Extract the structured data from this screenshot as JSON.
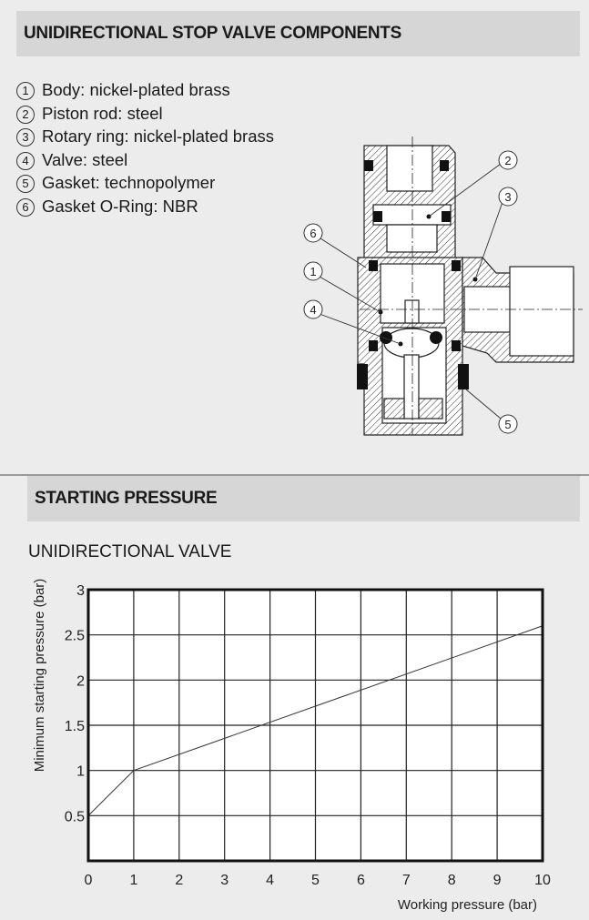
{
  "section1": {
    "title": "UNIDIRECTIONAL STOP VALVE COMPONENTS",
    "components": [
      {
        "num": "1",
        "text": "Body: nickel-plated brass"
      },
      {
        "num": "2",
        "text": "Piston rod: steel"
      },
      {
        "num": "3",
        "text": "Rotary ring: nickel-plated brass"
      },
      {
        "num": "4",
        "text": "Valve: steel"
      },
      {
        "num": "5",
        "text": "Gasket: technopolymer"
      },
      {
        "num": "6",
        "text": "Gasket O-Ring: NBR"
      }
    ],
    "callouts": [
      "1",
      "2",
      "3",
      "4",
      "5",
      "6"
    ]
  },
  "section2": {
    "title": "STARTING PRESSURE",
    "subtitle": "UNIDIRECTIONAL VALVE"
  },
  "chart_data": {
    "type": "line",
    "title": "UNIDIRECTIONAL VALVE",
    "xlabel": "Working pressure (bar)",
    "ylabel": "Minimum starting pressure (bar)",
    "xlim": [
      0,
      10
    ],
    "ylim": [
      0,
      3
    ],
    "xticks": [
      "0",
      "1",
      "2",
      "3",
      "4",
      "5",
      "6",
      "7",
      "8",
      "9",
      "10"
    ],
    "yticks": [
      {
        "v": 0.5,
        "label": "0.5"
      },
      {
        "v": 1,
        "label": "1"
      },
      {
        "v": 1.5,
        "label": "1.5"
      },
      {
        "v": 2,
        "label": "2"
      },
      {
        "v": 2.5,
        "label": "2.5"
      },
      {
        "v": 3,
        "label": "3"
      }
    ],
    "grid": true,
    "series": [
      {
        "name": "Minimum starting pressure",
        "x": [
          0,
          1,
          10
        ],
        "y": [
          0.5,
          1.0,
          2.6
        ]
      }
    ]
  }
}
